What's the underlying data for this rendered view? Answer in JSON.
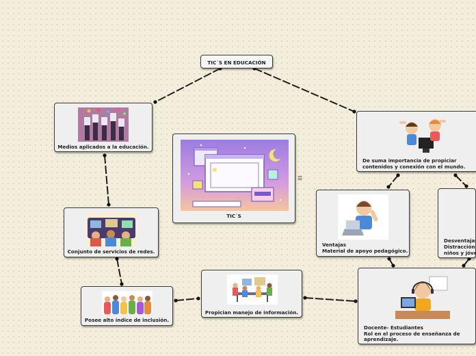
{
  "title": "TIC´S EN EDUCACIÓN",
  "nodes": {
    "medios": "Medios aplicados a la educación.",
    "conjunto": "Conjunto de servicios de redes.",
    "inclusion": "Posee alto índice de inclusión.",
    "propician": "Propician manejo de información.",
    "tics": "TIC´S",
    "importancia": [
      "De suma importancia de propiciar",
      "contenidos y conexión con el mundo."
    ],
    "ventajas": [
      "Ventajas",
      "Material de apoyo pedagógico."
    ],
    "desventajas": [
      "Desventajas",
      "Distracción",
      "niños y jóve"
    ],
    "docente": [
      "Docente- Estudiantes",
      "Rol en el proceso de enseñanza de",
      "aprendizaje."
    ]
  },
  "menu_icon": "hamburger-icon",
  "colors": {
    "background": "#f3eedb",
    "node": "#efefef",
    "border": "#3a3a3a",
    "line": "#222222"
  }
}
